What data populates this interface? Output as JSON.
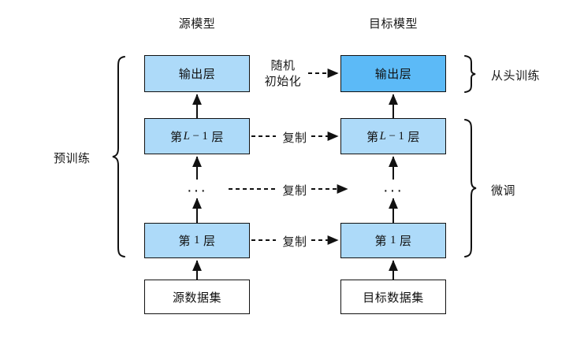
{
  "figure": {
    "type": "diagram",
    "subject": "transfer-learning-finetuning",
    "background": "#ffffff",
    "colors": {
      "layer_light_blue": "#addaf9",
      "layer_dark_blue": "#5cbaf7",
      "stroke": "#111111",
      "text": "#1a1a1a",
      "dataset_box": "#ffffff"
    }
  },
  "titles": {
    "source_model": "源模型",
    "target_model": "目标模型"
  },
  "source_column": {
    "output_layer": "输出层",
    "layer_l_minus_1_prefix": "第",
    "layer_l_minus_1_var": "L",
    "layer_l_minus_1_op": "−",
    "layer_l_minus_1_num": "1",
    "layer_l_minus_1_suffix": "层",
    "ellipsis": "···",
    "layer_1_prefix": "第",
    "layer_1_num": "1",
    "layer_1_suffix": "层",
    "dataset": "源数据集"
  },
  "target_column": {
    "output_layer": "输出层",
    "layer_l_minus_1_prefix": "第",
    "layer_l_minus_1_var": "L",
    "layer_l_minus_1_op": "−",
    "layer_l_minus_1_num": "1",
    "layer_l_minus_1_suffix": "层",
    "ellipsis": "···",
    "layer_1_prefix": "第",
    "layer_1_num": "1",
    "layer_1_suffix": "层",
    "dataset": "目标数据集"
  },
  "transfer_labels": {
    "random_init_line1": "随机",
    "random_init_line2": "初始化",
    "copy_top": "复制",
    "copy_middle": "复制",
    "copy_bottom": "复制"
  },
  "braces": {
    "left_label": "预训练",
    "right_top_label": "从头训练",
    "right_bottom_label": "微调"
  }
}
